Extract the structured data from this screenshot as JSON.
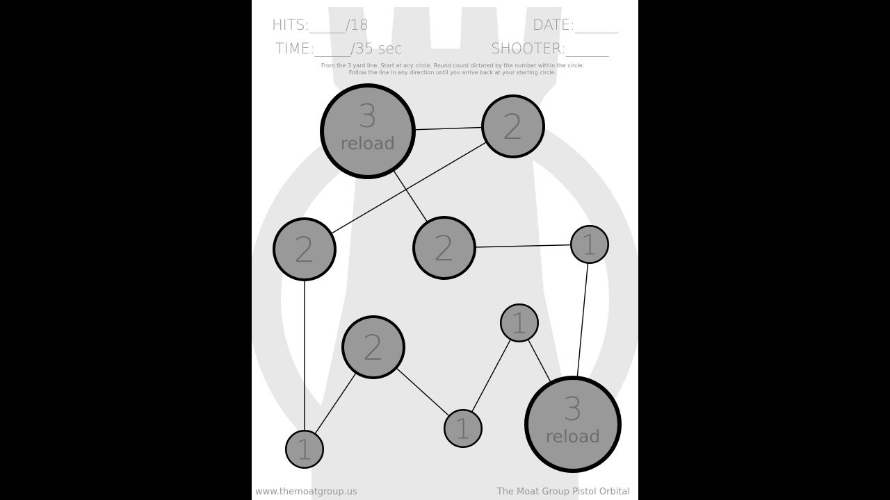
{
  "header": {
    "hits_label": "HITS:_____/18",
    "time_label": "TIME:_____/35 sec",
    "date_label": "DATE:______",
    "shooter_label": "SHOOTER:______"
  },
  "instructions": {
    "line1": "From the 3 yard line.  Start at any circle.  Round count dictated by the number within the circle.",
    "line2": "Follow the line in any direction until you arrive back at your starting circle."
  },
  "targets": [
    {
      "id": "t1",
      "count": "3",
      "note": "reload"
    },
    {
      "id": "t2",
      "count": "2",
      "note": ""
    },
    {
      "id": "t3",
      "count": "2",
      "note": ""
    },
    {
      "id": "t4",
      "count": "2",
      "note": ""
    },
    {
      "id": "t5",
      "count": "1",
      "note": ""
    },
    {
      "id": "t6",
      "count": "2",
      "note": ""
    },
    {
      "id": "t7",
      "count": "1",
      "note": ""
    },
    {
      "id": "t8",
      "count": "1",
      "note": ""
    },
    {
      "id": "t9",
      "count": "3",
      "note": "reload"
    },
    {
      "id": "t10",
      "count": "1",
      "note": ""
    }
  ],
  "connections": [
    [
      "t1",
      "t2"
    ],
    [
      "t1",
      "t4"
    ],
    [
      "t2",
      "t3"
    ],
    [
      "t4",
      "t5"
    ],
    [
      "t5",
      "t9"
    ],
    [
      "t9",
      "t7"
    ],
    [
      "t7",
      "t8"
    ],
    [
      "t8",
      "t6"
    ],
    [
      "t6",
      "t10"
    ],
    [
      "t10",
      "t3"
    ]
  ],
  "footer": {
    "website": "www.themoatgroup.us",
    "title": "The Moat Group Pistol Orbital"
  },
  "colors": {
    "circle_fill": "#999999",
    "circle_stroke": "#000000",
    "number_text": "#6e6e6e",
    "watermark": "#e8e8e8"
  },
  "watermark": "rook-emblem"
}
